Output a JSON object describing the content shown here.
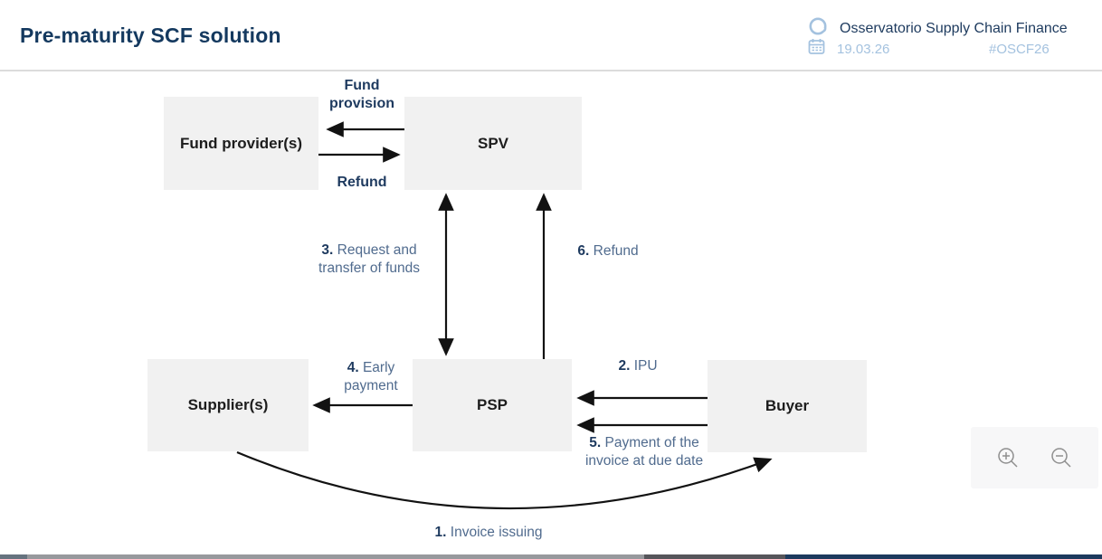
{
  "header": {
    "title": "Pre-maturity SCF solution",
    "org": "Osservatorio Supply Chain Finance",
    "date": "19.03.26",
    "hashtag": "#OSCF26"
  },
  "icons": {
    "logo": "speech-bubble-icon",
    "calendar": "calendar-icon",
    "zoom_in": "zoom-in-magnifier-icon",
    "zoom_out": "zoom-out-magnifier-icon"
  },
  "colors": {
    "title_navy": "#14395f",
    "label_navy": "#1e3a5f",
    "step_slate": "#506b8e",
    "light_blue": "#a4c2df",
    "box_bg": "#f1f1f1",
    "box_text": "#1d1d1d",
    "arrow_black": "#121212",
    "divider_gray": "#dcdcdc",
    "panel_bg": "#f7f7f8",
    "zoom_icon_gray": "#8f8f8f"
  },
  "diagram": {
    "nodes": [
      {
        "id": "fund-providers",
        "label": "Fund provider(s)"
      },
      {
        "id": "spv",
        "label": "SPV"
      },
      {
        "id": "suppliers",
        "label": "Supplier(s)"
      },
      {
        "id": "psp",
        "label": "PSP"
      },
      {
        "id": "buyer",
        "label": "Buyer"
      }
    ],
    "flow_labels": {
      "fund_provision": "Fund provision",
      "refund": "Refund"
    },
    "steps": [
      {
        "num": "1.",
        "text": "Invoice issuing"
      },
      {
        "num": "2.",
        "text": "IPU"
      },
      {
        "num": "3.",
        "text": "Request and transfer of funds"
      },
      {
        "num": "4.",
        "text": "Early payment"
      },
      {
        "num": "5.",
        "text": "Payment of the invoice at due date"
      },
      {
        "num": "6.",
        "text": "Refund"
      }
    ]
  },
  "bottom_bar": {
    "segments": [
      {
        "color": "#66737f"
      },
      {
        "color": "#97999d"
      },
      {
        "color": "#56555a"
      },
      {
        "color": "#1c3a5e"
      }
    ]
  }
}
